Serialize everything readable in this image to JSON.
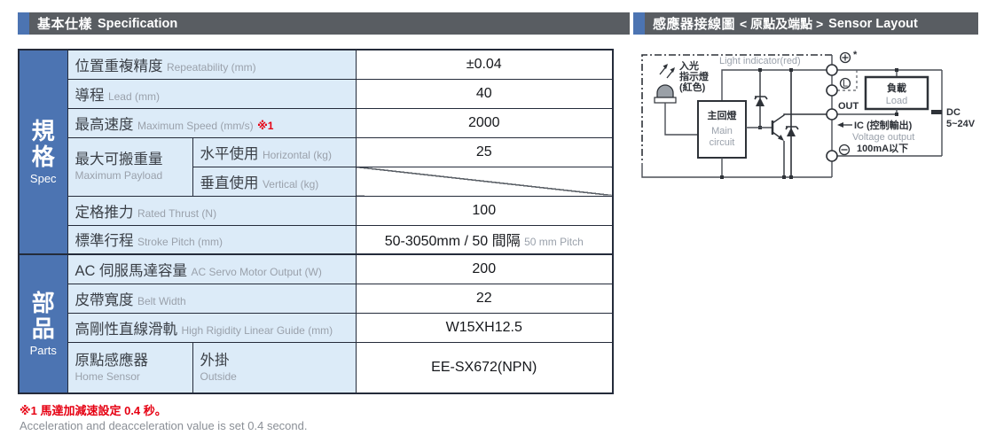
{
  "colors": {
    "accent_blue": "#4C74B2",
    "header_gray": "#595D62",
    "label_cell_blue": "#DCEBF8",
    "table_border": "#242B3A",
    "note_red": "#E60012",
    "secondary_gray": "#9AA1AB"
  },
  "headers": {
    "spec": {
      "zh": "基本仕樣",
      "en": "Specification"
    },
    "sensor": {
      "zh": "感應器接線圖",
      "mid": "< 原點及端點 >",
      "en": "Sensor Layout"
    }
  },
  "spec_table": {
    "section_spec": {
      "zh": "規格",
      "en": "Spec"
    },
    "section_parts": {
      "zh": "部品",
      "en": "Parts"
    },
    "rows": {
      "repeatability": {
        "zh": "位置重複精度",
        "en": "Repeatability (mm)",
        "value": "±0.04"
      },
      "lead": {
        "zh": "導程",
        "en": "Lead (mm)",
        "value": "40"
      },
      "max_speed": {
        "zh": "最高速度",
        "en": "Maximum Speed (mm/s)",
        "note": "※1",
        "value": "2000"
      },
      "max_payload": {
        "zh": "最大可搬重量",
        "en": "Maximum Payload"
      },
      "horizontal": {
        "zh": "水平使用",
        "en": "Horizontal (kg)",
        "value": "25"
      },
      "vertical": {
        "zh": "垂直使用",
        "en": "Vertical (kg)",
        "value": ""
      },
      "rated_thrust": {
        "zh": "定格推力",
        "en": "Rated Thrust (N)",
        "value": "100"
      },
      "stroke_pitch": {
        "zh": "標準行程",
        "en": "Stroke Pitch (mm)",
        "value": "50-3050mm / 50 間隔",
        "value_sub": "50 mm Pitch"
      },
      "servo_output": {
        "zh": "AC 伺服馬達容量",
        "en": "AC Servo Motor Output (W)",
        "value": "200"
      },
      "belt_width": {
        "zh": "皮帶寬度",
        "en": "Belt Width",
        "value": "22"
      },
      "linear_guide": {
        "zh": "高剛性直線滑軌",
        "en": "High Rigidity Linear Guide (mm)",
        "value": "W15XH12.5"
      },
      "home_sensor": {
        "zh": "原點感應器",
        "en": "Home Sensor"
      },
      "outside": {
        "zh": "外掛",
        "en": "Outside",
        "value": "EE-SX672(NPN)"
      }
    }
  },
  "diagram": {
    "light_indicator": "Light indicator(red)",
    "led_line1": "入光",
    "led_line2": "指示燈",
    "led_line3": "(紅色)",
    "main_circuit_zh": "主回燈",
    "main_circuit_en1": "Main",
    "main_circuit_en2": "circuit",
    "load_zh": "負載",
    "load_en": "Load",
    "terminal_star": "*",
    "terminal_l": "L",
    "terminal_out": "OUT",
    "ic_label": "IC",
    "ic_zh": "(控制輸出)",
    "ic_en": "Voltage output",
    "current_limit": "100mA以下",
    "dc_label": "DC",
    "dc_range": "5~24V"
  },
  "footnotes": {
    "zh": "※1 馬達加減速設定 0.4 秒。",
    "en": "Acceleration and deacceleration value is set 0.4 second."
  }
}
